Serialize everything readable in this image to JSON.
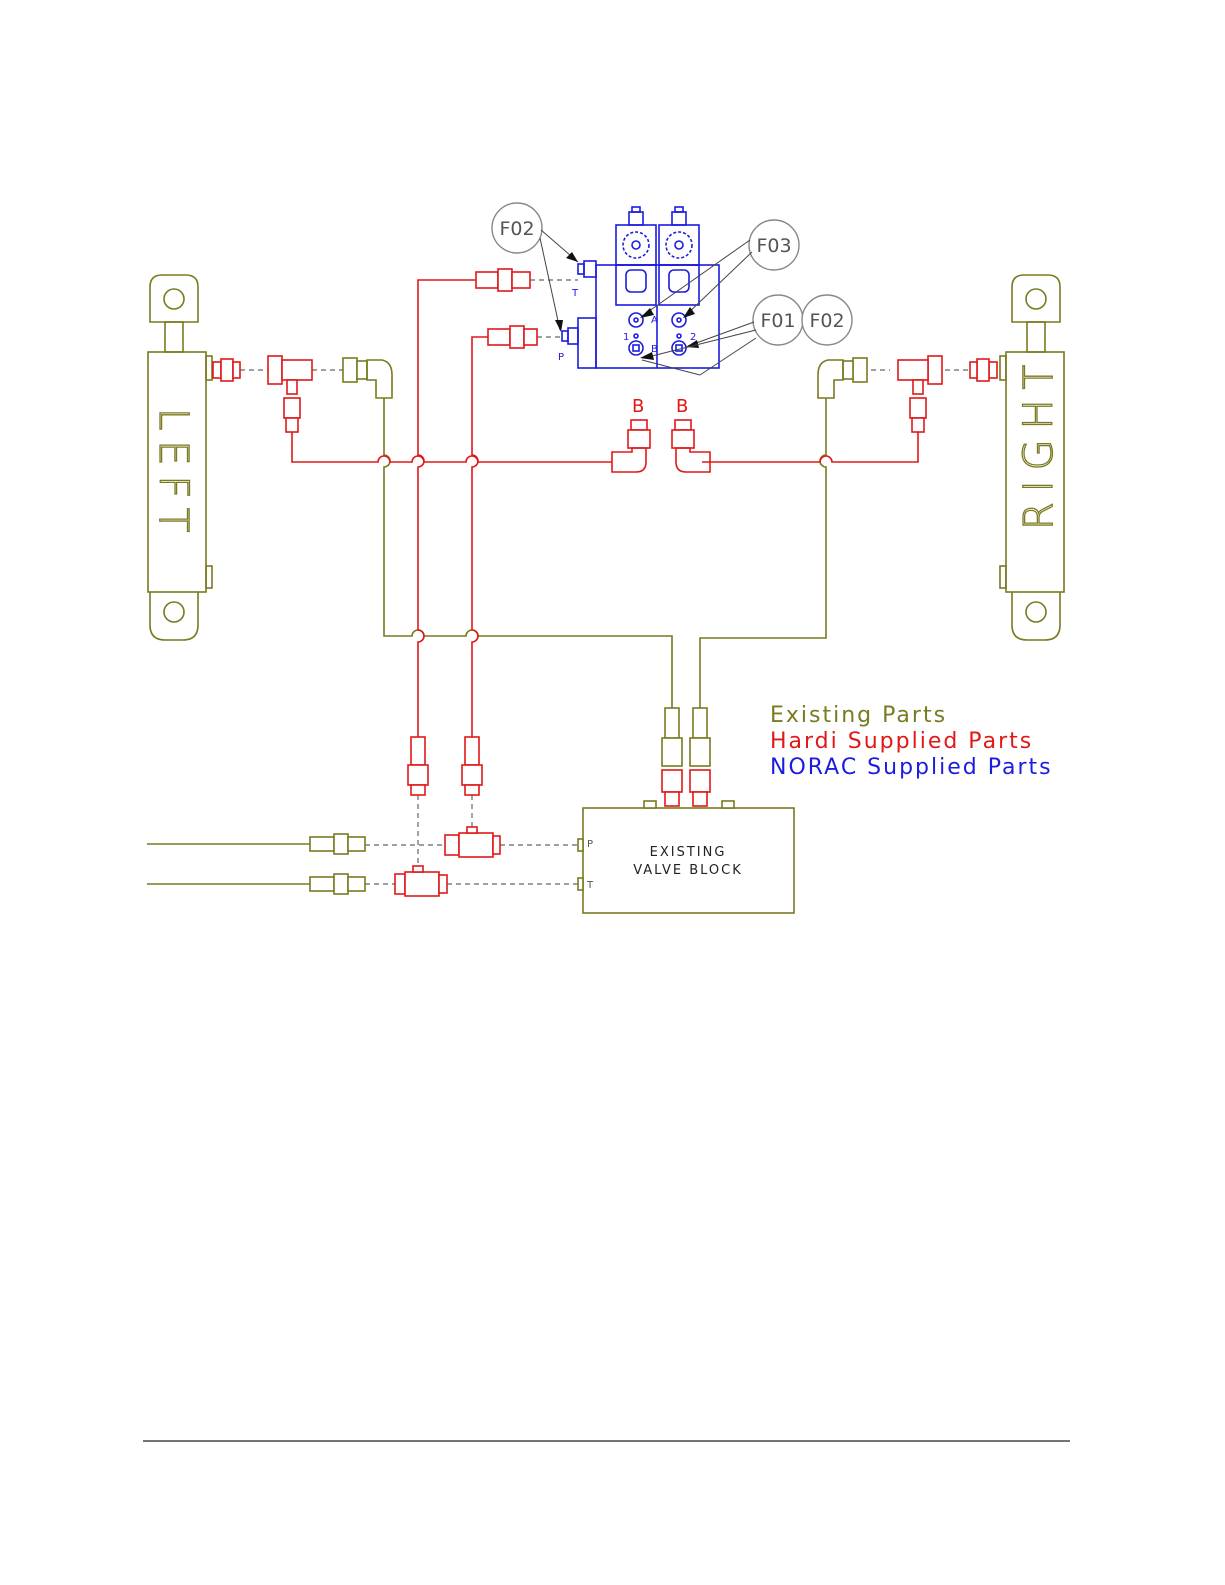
{
  "labels": {
    "left_cylinder": "LEFT",
    "right_cylinder": "RIGHT",
    "valve_block_line1": "EXISTING",
    "valve_block_line2": "VALVE BLOCK",
    "port_b_left": "B",
    "port_b_right": "B",
    "port_t": "T",
    "port_p": "P",
    "block_port_p": "P",
    "block_port_t": "T",
    "norac_port_a": "A",
    "norac_port_b": "B",
    "norac_port_1": "1",
    "norac_port_2": "2"
  },
  "callouts": {
    "f02_top": "F02",
    "f03": "F03",
    "f01": "F01",
    "f02_right": "F02"
  },
  "legend": {
    "existing": "Existing Parts",
    "hardi": "Hardi Supplied Parts",
    "norac": "NORAC Supplied Parts"
  },
  "colors": {
    "existing": "#7a7a20",
    "hardi": "#e01818",
    "norac": "#1c1ce0"
  }
}
